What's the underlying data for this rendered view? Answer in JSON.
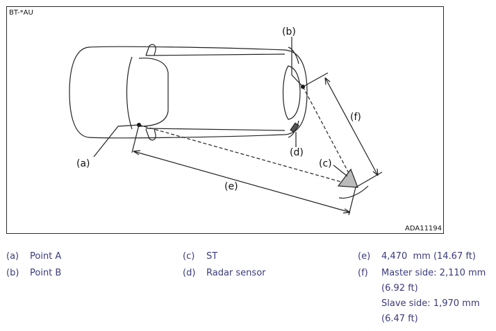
{
  "figure": {
    "top_code": "BT-*AU",
    "bottom_code": "ADA11194",
    "callouts": {
      "a": "(a)",
      "b": "(b)",
      "c": "(c)",
      "d": "(d)",
      "e": "(e)",
      "f": "(f)"
    }
  },
  "legend": [
    {
      "key": "(a)",
      "text": "Point A"
    },
    {
      "key": "(b)",
      "text": "Point B"
    },
    {
      "key": "(c)",
      "text": "ST"
    },
    {
      "key": "(d)",
      "text": "Radar sensor"
    },
    {
      "key": "(e)",
      "text": "4,470  mm (14.67 ft)"
    },
    {
      "key": "(f)",
      "lines": [
        "Master side: 2,110 mm",
        "(6.92 ft)",
        "Slave side: 1,970 mm",
        "(6.47 ft)"
      ]
    }
  ]
}
